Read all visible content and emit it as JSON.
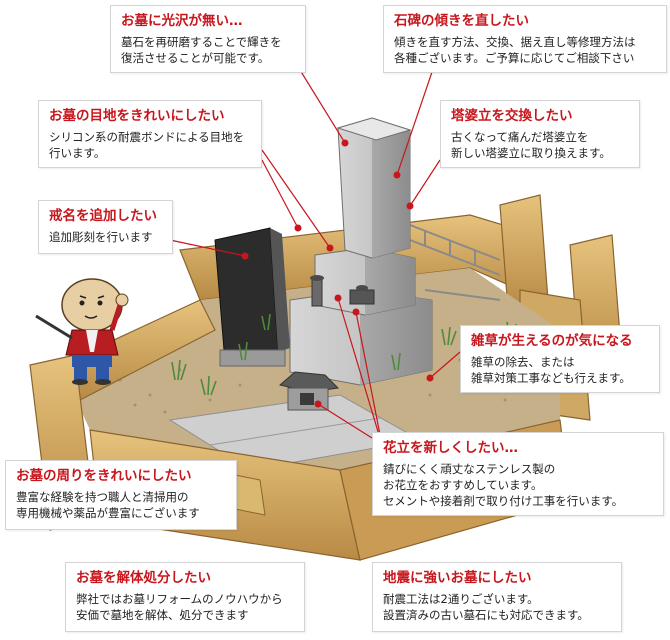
{
  "colors": {
    "accent": "#c8161d",
    "stone_gray": "#c9c9c9",
    "stone_dark": "#8f8f8f",
    "curb_yellow": "#d9b56a",
    "curb_shadow": "#a57b3a",
    "gravel": "#b8a27a",
    "grass": "#4f8a3a",
    "monk_red": "#b81d22",
    "monk_blue": "#2f57a8"
  },
  "callouts": [
    {
      "id": "luster",
      "title": "お墓に光沢が無い…",
      "body": "墓石を再研磨することで輝きを\n復活させることが可能です。"
    },
    {
      "id": "tilt",
      "title": "石碑の傾きを直したい",
      "body": "傾きを直す方法、交換、据え直し等修理方法は\n各種ございます。ご予算に応じてご相談下さい"
    },
    {
      "id": "joints",
      "title": "お墓の目地をきれいにしたい",
      "body": "シリコン系の耐震ボンドによる目地を\n行います。"
    },
    {
      "id": "stupa",
      "title": "塔婆立を交換したい",
      "body": "古くなって痛んだ塔婆立を\n新しい塔婆立に取り換えます。"
    },
    {
      "id": "kaimyo",
      "title": "戒名を追加したい",
      "body": "追加彫刻を行います"
    },
    {
      "id": "weeds",
      "title": "雑草が生えるのが気になる",
      "body": "雑草の除去、または\n雑草対策工事なども行えます。"
    },
    {
      "id": "flower",
      "title": "花立を新しくしたい…",
      "body": "錆びにくく頑丈なステンレス製の\nお花立をおすすめしています。\nセメントや接着剤で取り付け工事を行います。"
    },
    {
      "id": "surround",
      "title": "お墓の周りをきれいにしたい",
      "body": "豊富な経験を持つ職人と清掃用の\n専用機械や薬品が豊富にございます"
    },
    {
      "id": "dismantle",
      "title": "お墓を解体処分したい",
      "body": "弊社ではお墓リフォームのノウハウから\n安価で墓地を解体、処分できます"
    },
    {
      "id": "quake",
      "title": "地震に強いお墓にしたい",
      "body": "耐震工法は2通りございます。\n設置済みの古い墓石にも対応できます。"
    }
  ]
}
